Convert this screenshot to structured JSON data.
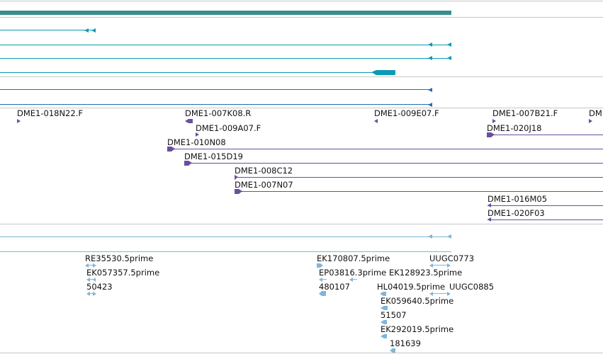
{
  "colors": {
    "gene_model": "#3a8c8c",
    "transcript": "#0a9ab3",
    "clone_end": "#6a4f9e",
    "est": "#7fb6d9",
    "separator": "#c6c6c6"
  },
  "tracks": {
    "clone_ends": {
      "labels": [
        {
          "id": "c1",
          "text": "DME1-018N22.F"
        },
        {
          "id": "c2",
          "text": "DME1-007K08.R"
        },
        {
          "id": "c3",
          "text": "DME1-009A07.F"
        },
        {
          "id": "c4",
          "text": "DME1-010N08"
        },
        {
          "id": "c5",
          "text": "DME1-015D19"
        },
        {
          "id": "c6",
          "text": "DME1-008C12"
        },
        {
          "id": "c7",
          "text": "DME1-007N07"
        },
        {
          "id": "c8",
          "text": "DME1-009E07.F"
        },
        {
          "id": "c9",
          "text": "DME1-007B21.F"
        },
        {
          "id": "c10",
          "text": "DM"
        },
        {
          "id": "c11",
          "text": "DME1-020J18"
        },
        {
          "id": "c12",
          "text": "DME1-016M05"
        },
        {
          "id": "c13",
          "text": "DME1-020F03"
        }
      ]
    },
    "ests": {
      "labels": [
        {
          "id": "e1",
          "text": "RE35530.5prime"
        },
        {
          "id": "e2",
          "text": "EK057357.5prime"
        },
        {
          "id": "e3",
          "text": "50423"
        },
        {
          "id": "e4",
          "text": "EK170807.5prime"
        },
        {
          "id": "e5",
          "text": "EP03816.3prime"
        },
        {
          "id": "e6",
          "text": "EK128923.5prime"
        },
        {
          "id": "e7",
          "text": "480107"
        },
        {
          "id": "e8",
          "text": "HL04019.5prime"
        },
        {
          "id": "e9",
          "text": "UUGC0885"
        },
        {
          "id": "e10",
          "text": "EK059640.5prime"
        },
        {
          "id": "e11",
          "text": "51507"
        },
        {
          "id": "e12",
          "text": "EK292019.5prime"
        },
        {
          "id": "e13",
          "text": "181639"
        },
        {
          "id": "e14",
          "text": "UUGC0773"
        }
      ]
    }
  }
}
